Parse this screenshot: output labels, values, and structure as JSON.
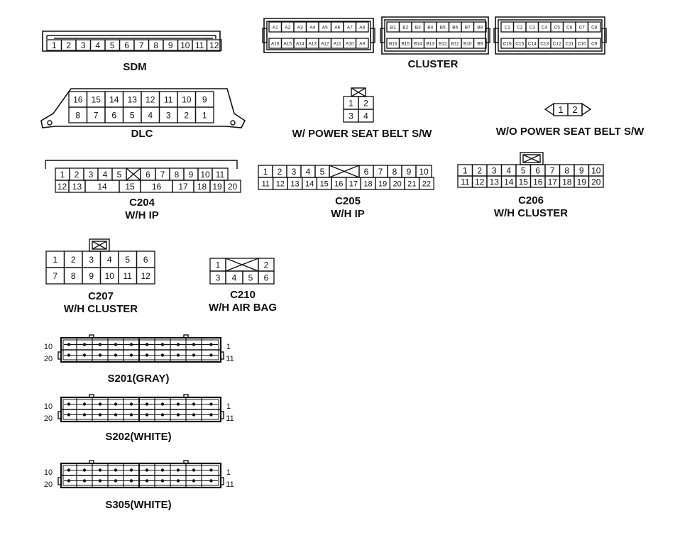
{
  "connectors": {
    "sdm": {
      "label": "SDM",
      "pins": [
        "1",
        "2",
        "3",
        "4",
        "5",
        "6",
        "7",
        "8",
        "9",
        "10",
        "11",
        "12"
      ]
    },
    "cluster": {
      "label": "CLUSTER",
      "a_top": [
        "A1",
        "A2",
        "A3",
        "A4",
        "A5",
        "A6",
        "A7",
        "A8"
      ],
      "a_bottom": [
        "A16",
        "A15",
        "A14",
        "A13",
        "A12",
        "A11",
        "A10",
        "A9"
      ],
      "b_top": [
        "B1",
        "B2",
        "B3",
        "B4",
        "B5",
        "B6",
        "B7",
        "B8"
      ],
      "b_bottom": [
        "B16",
        "B15",
        "B14",
        "B13",
        "B12",
        "B11",
        "B10",
        "B9"
      ],
      "c_top": [
        "C1",
        "C2",
        "C3",
        "C4",
        "C5",
        "C6",
        "C7",
        "C8"
      ],
      "c_bottom": [
        "C16",
        "C15",
        "C14",
        "C13",
        "C12",
        "C11",
        "C10",
        "C9"
      ]
    },
    "dlc": {
      "label": "DLC",
      "top": [
        "16",
        "15",
        "14",
        "13",
        "12",
        "11",
        "10",
        "9"
      ],
      "bottom": [
        "8",
        "7",
        "6",
        "5",
        "4",
        "3",
        "2",
        "1"
      ]
    },
    "power_seat": {
      "label": "W/ POWER SEAT BELT S/W",
      "top": [
        "1",
        "2"
      ],
      "bottom": [
        "3",
        "4"
      ]
    },
    "no_power_seat": {
      "label": "W/O POWER SEAT BELT S/W",
      "pins": [
        "1",
        "2"
      ]
    },
    "c204": {
      "label": "C204",
      "sublabel": "W/H IP",
      "top": [
        "1",
        "2",
        "3",
        "4",
        "5",
        "",
        "6",
        "7",
        "8",
        "9",
        "10",
        "11"
      ],
      "bottom": [
        "12",
        "13",
        "14",
        "15",
        "16",
        "17",
        "18",
        "19",
        "20"
      ]
    },
    "c205": {
      "label": "C205",
      "sublabel": "W/H IP",
      "top": [
        "1",
        "2",
        "3",
        "4",
        "5",
        "",
        "6",
        "7",
        "8",
        "9",
        "10"
      ],
      "bottom": [
        "11",
        "12",
        "13",
        "14",
        "15",
        "16",
        "17",
        "18",
        "19",
        "20",
        "21",
        "22"
      ]
    },
    "c206": {
      "label": "C206",
      "sublabel": "W/H CLUSTER",
      "top": [
        "1",
        "2",
        "3",
        "4",
        "5",
        "6",
        "7",
        "8",
        "9",
        "10"
      ],
      "bottom": [
        "11",
        "12",
        "13",
        "14",
        "15",
        "16",
        "17",
        "18",
        "19",
        "20"
      ]
    },
    "c207": {
      "label": "C207",
      "sublabel": "W/H CLUSTER",
      "top": [
        "1",
        "2",
        "3",
        "4",
        "5",
        "6"
      ],
      "bottom": [
        "7",
        "8",
        "9",
        "10",
        "11",
        "12"
      ]
    },
    "c210": {
      "label": "C210",
      "sublabel": "W/H AIR BAG",
      "top": [
        "1",
        "",
        "2"
      ],
      "bottom": [
        "3",
        "4",
        "5",
        "6"
      ]
    },
    "s201": {
      "label": "S201(GRAY)",
      "left_top": "10",
      "left_bottom": "20",
      "right_top": "1",
      "right_bottom": "11"
    },
    "s202": {
      "label": "S202(WHITE)",
      "left_top": "10",
      "left_bottom": "20",
      "right_top": "1",
      "right_bottom": "11"
    },
    "s305": {
      "label": "S305(WHITE)",
      "left_top": "10",
      "left_bottom": "20",
      "right_top": "1",
      "right_bottom": "11"
    }
  }
}
